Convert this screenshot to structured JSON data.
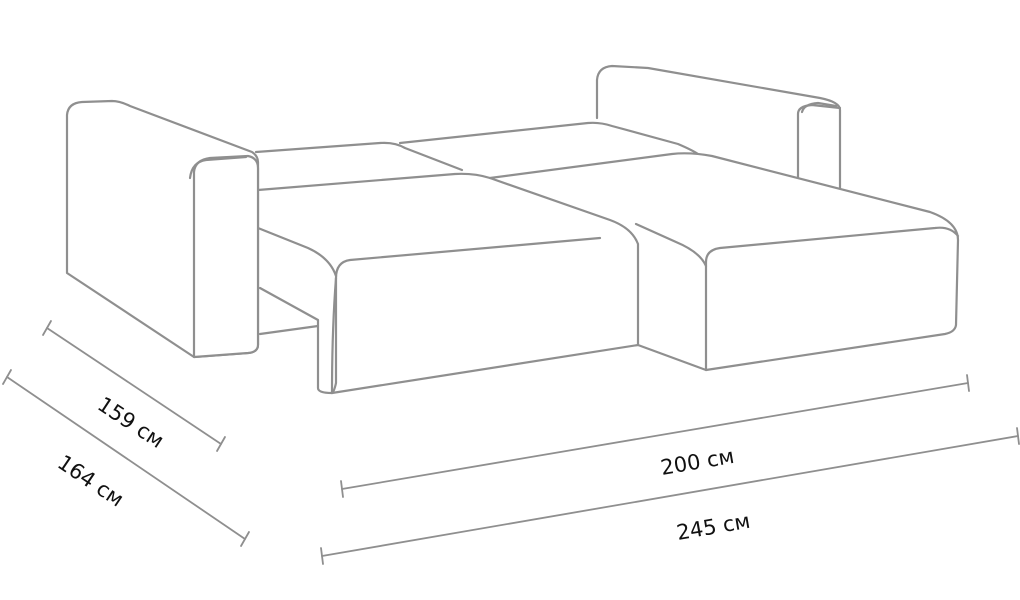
{
  "dimensions": {
    "depth_inner": "159 см",
    "depth_outer": "164 см",
    "length_inner": "200 см",
    "length_outer": "245 см"
  },
  "colors": {
    "outline": "#8f8f8f",
    "text": "#111111",
    "background": "#ffffff"
  }
}
